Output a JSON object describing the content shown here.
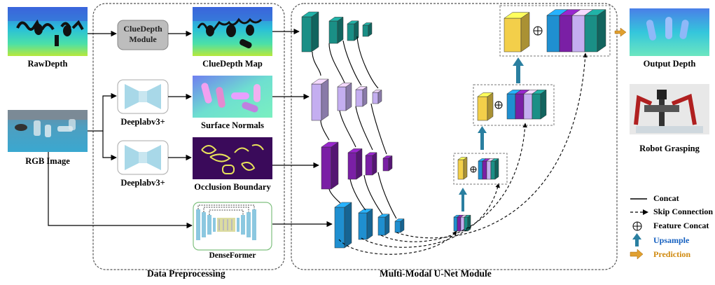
{
  "inputs": {
    "raw_depth": "RawDepth",
    "rgb_image": "RGB Image"
  },
  "preprocessing": {
    "title": "Data Preprocessing",
    "cluedepth_module": [
      "ClueDepth",
      "Module"
    ],
    "cluedepth_map": "ClueDepth Map",
    "deeplab_top": "Deeplabv3+",
    "surface_normals": "Surface Normals",
    "deeplab_bottom": "Deeplabv3+",
    "occlusion_boundary": "Occlusion Boundary",
    "denseformer": "DenseFormer"
  },
  "unet": {
    "title": "Multi-Modal U-Net Module"
  },
  "outputs": {
    "output_depth": "Output Depth",
    "robot_grasping": "Robot Grasping"
  },
  "legend": {
    "concat": "Concat",
    "skip_connection": "Skip Connection",
    "feature_concat": "Feature Concat",
    "upsample": "Upsample",
    "prediction": "Prediction"
  },
  "colors": {
    "teal": "#1a8f86",
    "lavender": "#c4aef0",
    "purple": "#7a1fa5",
    "blue": "#1f8fd0",
    "yellow": "#f3cf4a",
    "upsample_arrow": "#2a7fa0",
    "prediction_arrow": "#e0a030",
    "upsample_text": "#1560c0",
    "prediction_text": "#d08a10"
  }
}
